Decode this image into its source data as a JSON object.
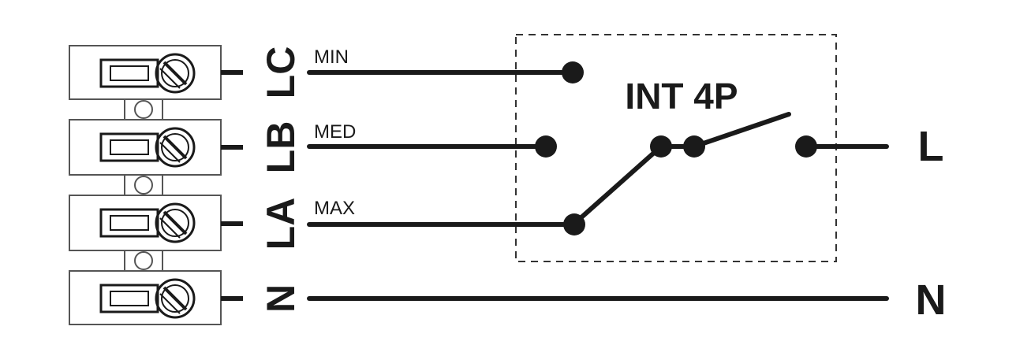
{
  "switch_title": "INT 4P",
  "terminals": [
    {
      "code": "LC",
      "speed": "MIN"
    },
    {
      "code": "LB",
      "speed": "MED"
    },
    {
      "code": "LA",
      "speed": "MAX"
    },
    {
      "code": "N",
      "speed": ""
    }
  ],
  "outputs": {
    "line": "L",
    "neutral": "N"
  },
  "colors": {
    "ink": "#1a1a1a",
    "block_stroke": "#555555"
  }
}
